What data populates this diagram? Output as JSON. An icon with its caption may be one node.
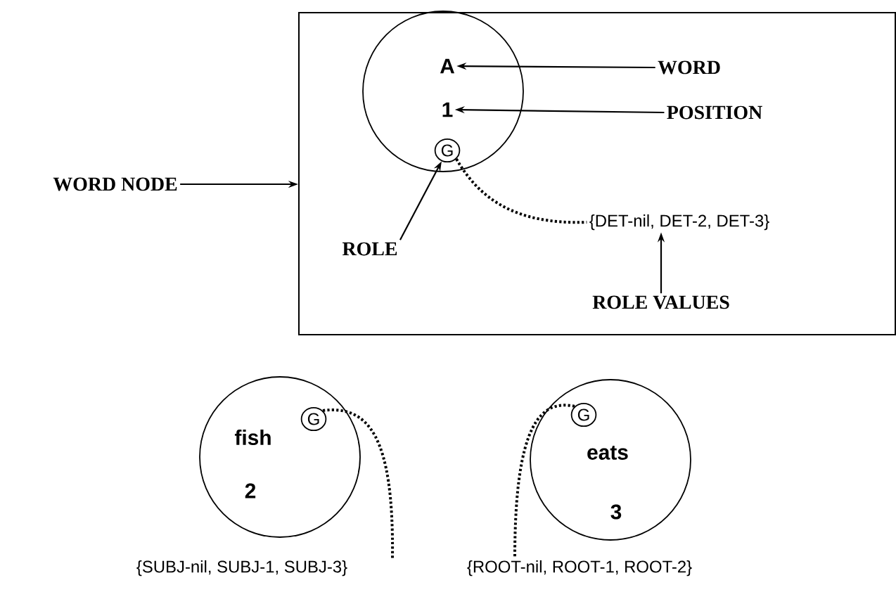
{
  "diagram": {
    "nodes": [
      {
        "text": [],
        "shape": "box"
      },
      {
        "text": [],
        "shape": "circle",
        "in": 0
      },
      {
        "text": [
          "A"
        ],
        "in": 1
      },
      {
        "text": [
          "1"
        ],
        "in": 1
      },
      {
        "text": [
          "G"
        ],
        "in": 1
      },
      {
        "text": [
          "WORD"
        ],
        "in": 0
      },
      {
        "text": [
          "POSITION"
        ],
        "in": 0
      },
      {
        "text": [
          "WORD NODE"
        ]
      },
      {
        "text": [
          "ROLE"
        ],
        "in": 0
      },
      {
        "text": [
          "{DET-nil, DET-2, DET-3}"
        ],
        "in": 0
      },
      {
        "text": [
          "ROLE VALUES"
        ],
        "in": 0
      },
      {
        "text": [
          "fish",
          "2"
        ]
      },
      {
        "text": [
          "G"
        ],
        "in": 11
      },
      {
        "text": [
          "{SUBJ-nil, SUBJ-1, SUBJ-3}"
        ]
      },
      {
        "text": [
          "eats",
          "3"
        ]
      },
      {
        "text": [
          "G"
        ],
        "in": 14
      },
      {
        "text": [
          "{ROOT-nil, ROOT-1, ROOT-2}"
        ]
      }
    ],
    "edges": [
      {
        "from": 5,
        "to": 2,
        "arrow": "to"
      },
      {
        "from": 6,
        "to": 3,
        "arrow": "to"
      },
      {
        "from": 7,
        "to": 0,
        "arrow": "to"
      },
      {
        "from": 8,
        "to": 4,
        "arrow": "to"
      },
      {
        "from": 4,
        "to": 9,
        "arrow": "none",
        "style": "dashed"
      },
      {
        "from": 10,
        "to": 9,
        "arrow": "to"
      },
      {
        "from": 12,
        "to": 13,
        "arrow": "none",
        "style": "dashed"
      },
      {
        "from": 15,
        "to": 16,
        "arrow": "none",
        "style": "dashed"
      }
    ]
  }
}
